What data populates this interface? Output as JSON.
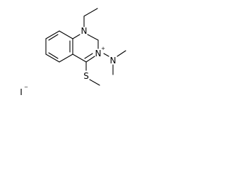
{
  "structure": {
    "atoms": {
      "n1": "N",
      "n3": "N",
      "n3_charge": "+",
      "n_amine": "N",
      "sulfur": "S",
      "counter_ion": "I",
      "counter_ion_charge": "−"
    },
    "colors": {
      "bond": "#000000",
      "atom_label": "#000000",
      "background": "#ffffff"
    }
  }
}
